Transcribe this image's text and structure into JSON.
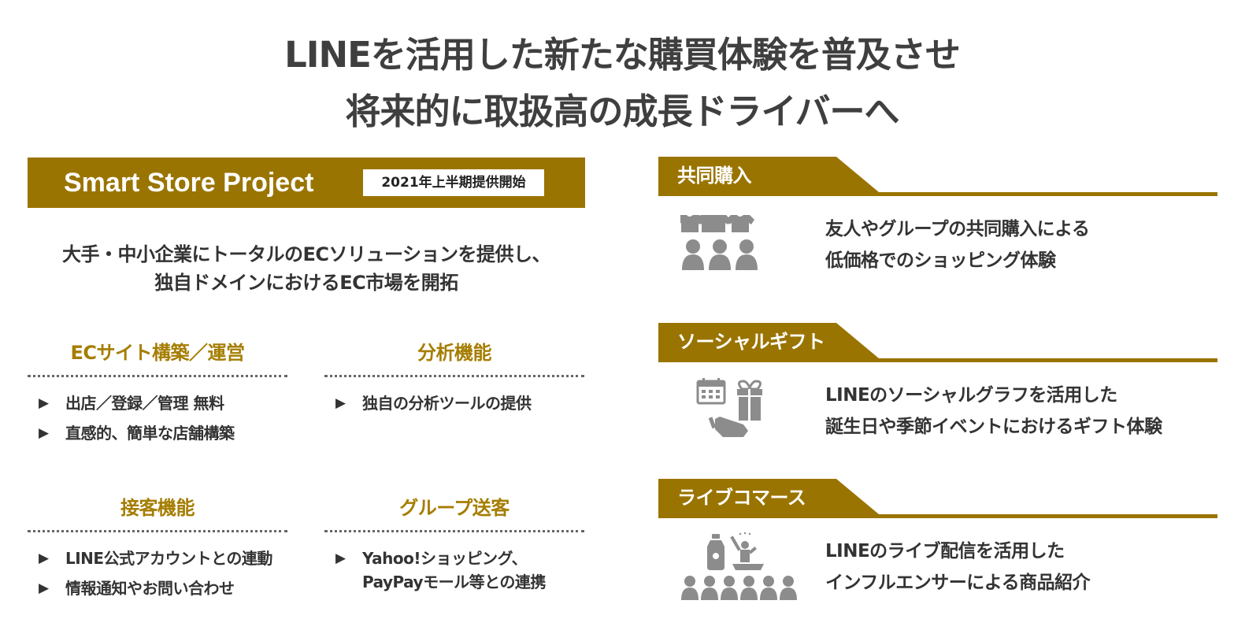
{
  "page": {
    "title_lines": [
      "LINEを活用した新たな購買体験を普及させ",
      "将来的に取扱高の成長ドライバーへ"
    ]
  },
  "smart_store": {
    "title": "Smart Store Project",
    "badge": "2021年上半期提供開始",
    "description_lines": [
      "大手・中小企業にトータルのECソリューションを提供し、",
      "独自ドメインにおけるEC市場を開拓"
    ],
    "bullet_glyph": "▶",
    "features": [
      {
        "title": "ECサイト構築／運営",
        "items": [
          "出店／登録／管理 無料",
          "直感的、簡単な店舗構築"
        ]
      },
      {
        "title": "分析機能",
        "items": [
          "独自の分析ツールの提供"
        ]
      },
      {
        "title": "接客機能",
        "items": [
          "LINE公式アカウントとの連動",
          "情報通知やお問い合わせ"
        ]
      },
      {
        "title": "グループ送客",
        "items": [
          "Yahoo!ショッピング、\nPayPayモール等との連携"
        ]
      }
    ]
  },
  "experiences": [
    {
      "label": "共同購入",
      "icon": "group-purchase-icon",
      "lines": [
        "友人やグループの共同購入による",
        "低価格でのショッピング体験"
      ]
    },
    {
      "label": "ソーシャルギフト",
      "icon": "social-gift-icon",
      "lines": [
        "LINEのソーシャルグラフを活用した",
        "誕生日や季節イベントにおけるギフト体験"
      ]
    },
    {
      "label": "ライブコマース",
      "icon": "live-commerce-icon",
      "lines": [
        "LINEのライブ配信を活用した",
        "インフルエンサーによる商品紹介"
      ]
    }
  ],
  "colors": {
    "gold": "#9a7400",
    "gold_text": "#a57d00",
    "icon_gray": "#8c8c8c",
    "text_dark": "#333333"
  }
}
